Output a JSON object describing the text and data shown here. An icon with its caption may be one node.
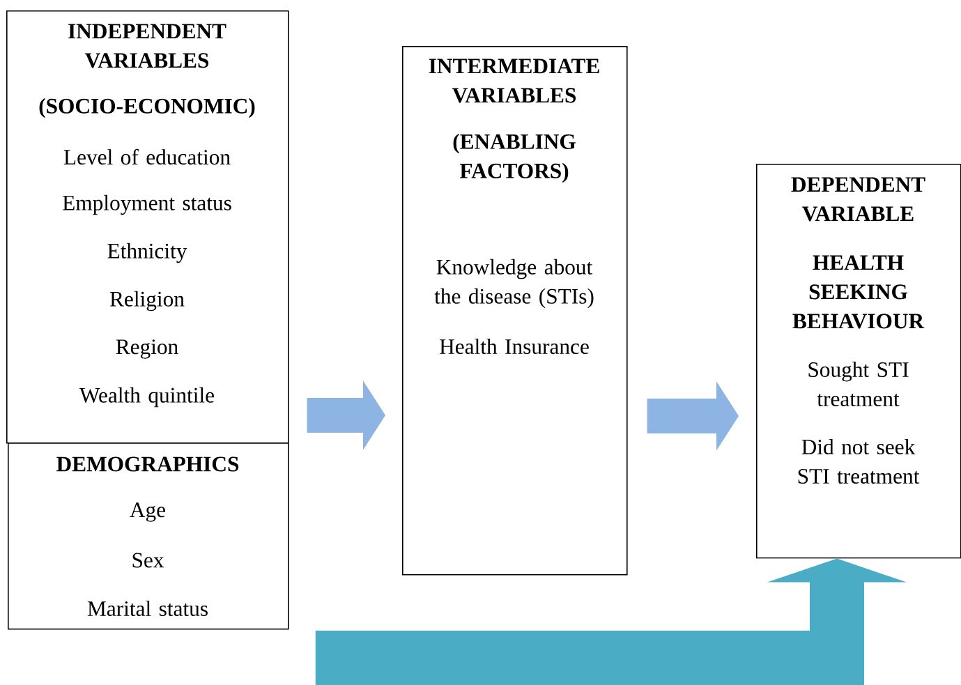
{
  "diagram": {
    "nodes": [
      {
        "text": [
          "INDEPENDENT VARIABLES",
          "(SOCIO-ECONOMIC)",
          "Level of education",
          "Employment status",
          "Ethnicity",
          "Religion",
          "Region",
          "Wealth quintile"
        ]
      },
      {
        "text": [
          "DEMOGRAPHICS",
          "Age",
          "Sex",
          "Marital status"
        ]
      },
      {
        "text": [
          "INTERMEDIATE VARIABLES",
          "(ENABLING FACTORS)",
          "Knowledge about the disease (STIs)",
          "Health Insurance"
        ]
      },
      {
        "text": [
          "DEPENDENT VARIABLE",
          "HEALTH SEEKING BEHAVIOUR",
          "Sought STI treatment",
          "Did not seek STI treatment"
        ]
      }
    ],
    "edges": [
      {
        "from": 0,
        "to": 2,
        "arrow": "to"
      },
      {
        "from": 2,
        "to": 3,
        "arrow": "to"
      },
      {
        "from": 1,
        "to": 3,
        "arrow": "to",
        "color": "#4bacc6"
      }
    ]
  }
}
